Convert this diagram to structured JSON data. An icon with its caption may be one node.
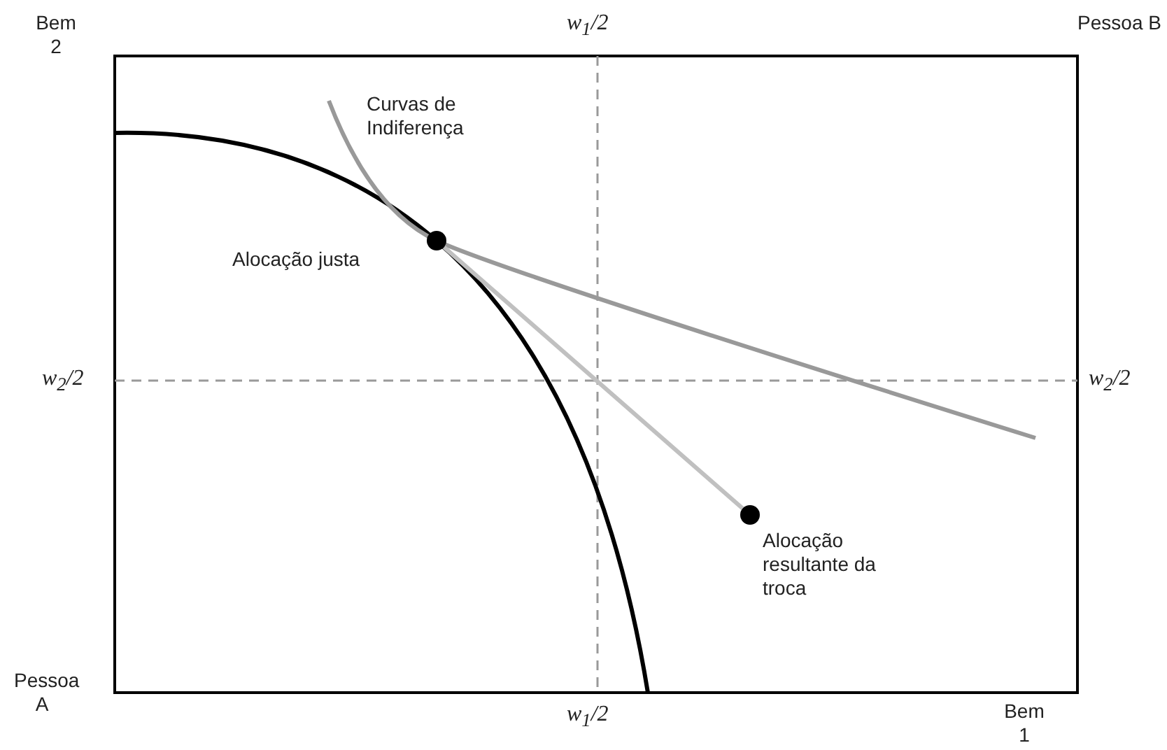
{
  "diagram": {
    "nodes": [
      {
        "text": [],
        "shape": "circle",
        "beside": [
          "Alocação justa"
        ]
      },
      {
        "text": [],
        "shape": "circle",
        "beside": [
          "Alocação resultante da troca"
        ]
      }
    ],
    "edges": [
      {
        "from": 0,
        "to": 1,
        "arrow": "none",
        "color": "#c0c0c0"
      }
    ],
    "labels": [
      "w$_{1}$/2",
      "Pessoa B",
      "Bem 2",
      "Curvas de Indiferença",
      "w$_{2}$/2",
      "w$_{2}$/2",
      "Pessoa A",
      "w$_{1}$/2",
      "Bem 1"
    ]
  }
}
